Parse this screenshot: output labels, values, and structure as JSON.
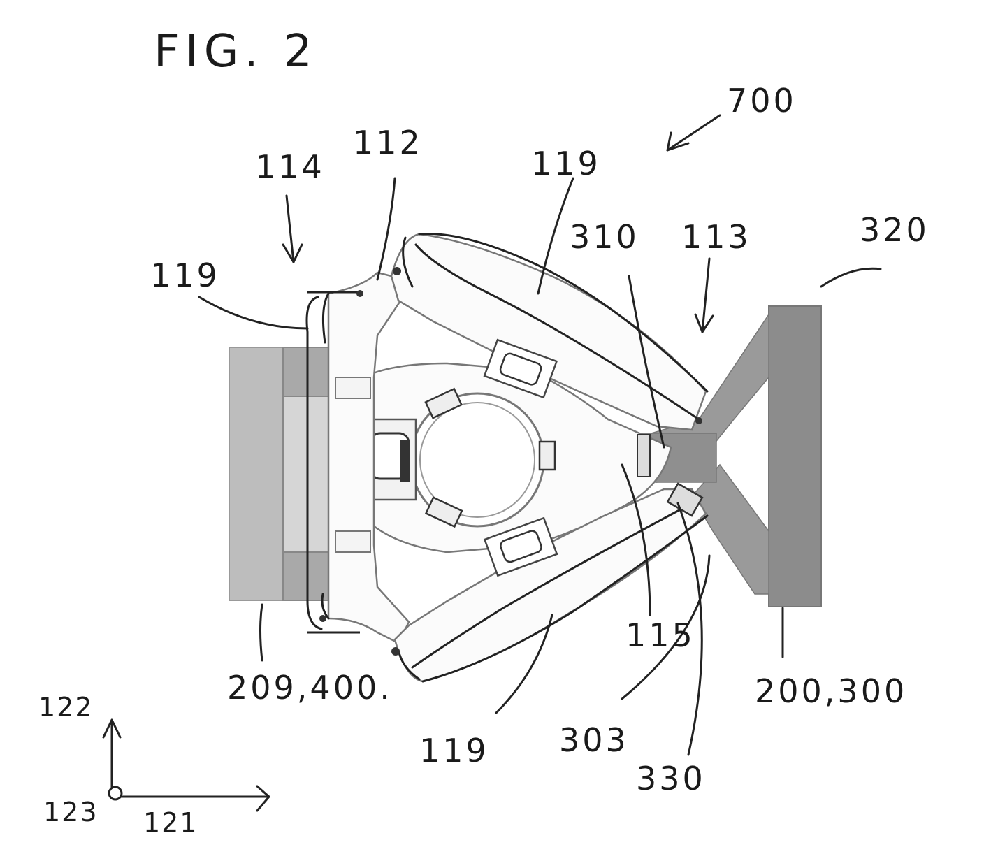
{
  "figure": {
    "title": "FIG. 2",
    "labels": {
      "l700": "700",
      "l112": "112",
      "l114": "114",
      "l119_top": "119",
      "l119_upper": "119",
      "l310": "310",
      "l113": "113",
      "l320": "320",
      "l209_400": "209,400.",
      "l119_bottom": "119",
      "l303": "303",
      "l115": "115",
      "l330": "330",
      "l200_300": "200,300",
      "l122": "122",
      "l123": "123",
      "l121": "121"
    }
  },
  "colors": {
    "line": "#222222",
    "gray_block": "#b8b8b8",
    "dark_gray_block": "#8a8a8a",
    "part_outline": "#777777"
  }
}
